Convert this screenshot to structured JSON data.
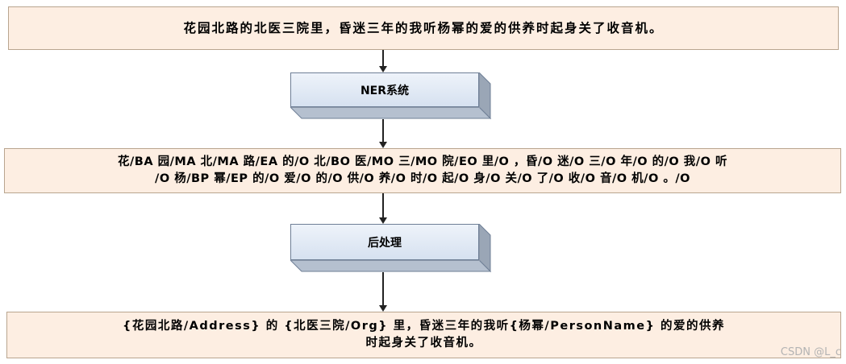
{
  "diagram": {
    "input_text": "花园北路的北医三院里，昏迷三年的我听杨幂的爱的供养时起身关了收音机。",
    "ner_system_label": "NER系统",
    "tagged_line_1": "花/BA 园/MA 北/MA 路/EA 的/O 北/BO 医/MO 三/MO 院/EO 里/O ，昏/O 迷/O 三/O 年/O 的/O 我/O 听",
    "tagged_line_2": "/O 杨/BP 幂/EP 的/O 爱/O 的/O 供/O 养/O 时/O 起/O 身/O 关/O 了/O 收/O 音/O 机/O 。/O",
    "post_process_label": "后处理",
    "output_line_1": "{花园北路/Address} 的 {北医三院/Org} 里，昏迷三年的我听{杨幂/PersonName} 的爱的供养",
    "output_line_2": "时起身关了收音机。"
  },
  "watermark": "CSDN @L_c",
  "colors": {
    "box_fill": "#fdeee2",
    "box_border": "#b9a58f",
    "process_fill": "#d6e1f0",
    "process_border": "#6f7f96",
    "arrow": "#222222"
  }
}
